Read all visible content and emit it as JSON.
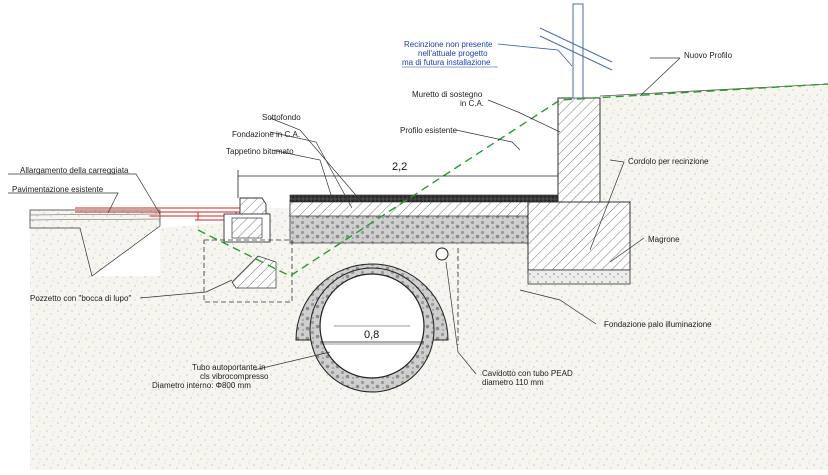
{
  "labels": {
    "fence_note": [
      "Recinzione non presente",
      "nell'attuale progetto",
      "ma di futura installazione"
    ],
    "new_profile": "Nuovo Profilo",
    "retaining_wall": [
      "Muretto di sostegno",
      "in C.A."
    ],
    "existing_profile": "Profilo esistente",
    "subbase": "Sottofondo",
    "ca_foundation": "Fondazione in C.A.",
    "asphalt_mat": "Tappetino bitumato",
    "fence_curb": "Cordolo per recinzione",
    "road_widening": "Allargamento della carreggiata",
    "existing_pavement": "Pavimentazione esistente",
    "lean_concrete": "Magrone",
    "pit": "Pozzetto con \"bocca di lupo\"",
    "lamp_foundation": "Fondazione palo illuminazione",
    "pipe": [
      "Tubo autoportante in",
      "cls vibrocompresso",
      "Diametro interno: Φ800 mm"
    ],
    "conduit": [
      "Cavidotto con tubo PEAD",
      "diametro 110 mm"
    ]
  },
  "dimensions": {
    "width_total": "2,2",
    "pipe_inner": "0,8"
  },
  "colors": {
    "profile_green": "#2e9a2e",
    "pavement_red": "#d42020",
    "annotation_blue": "#1a3fb0"
  }
}
